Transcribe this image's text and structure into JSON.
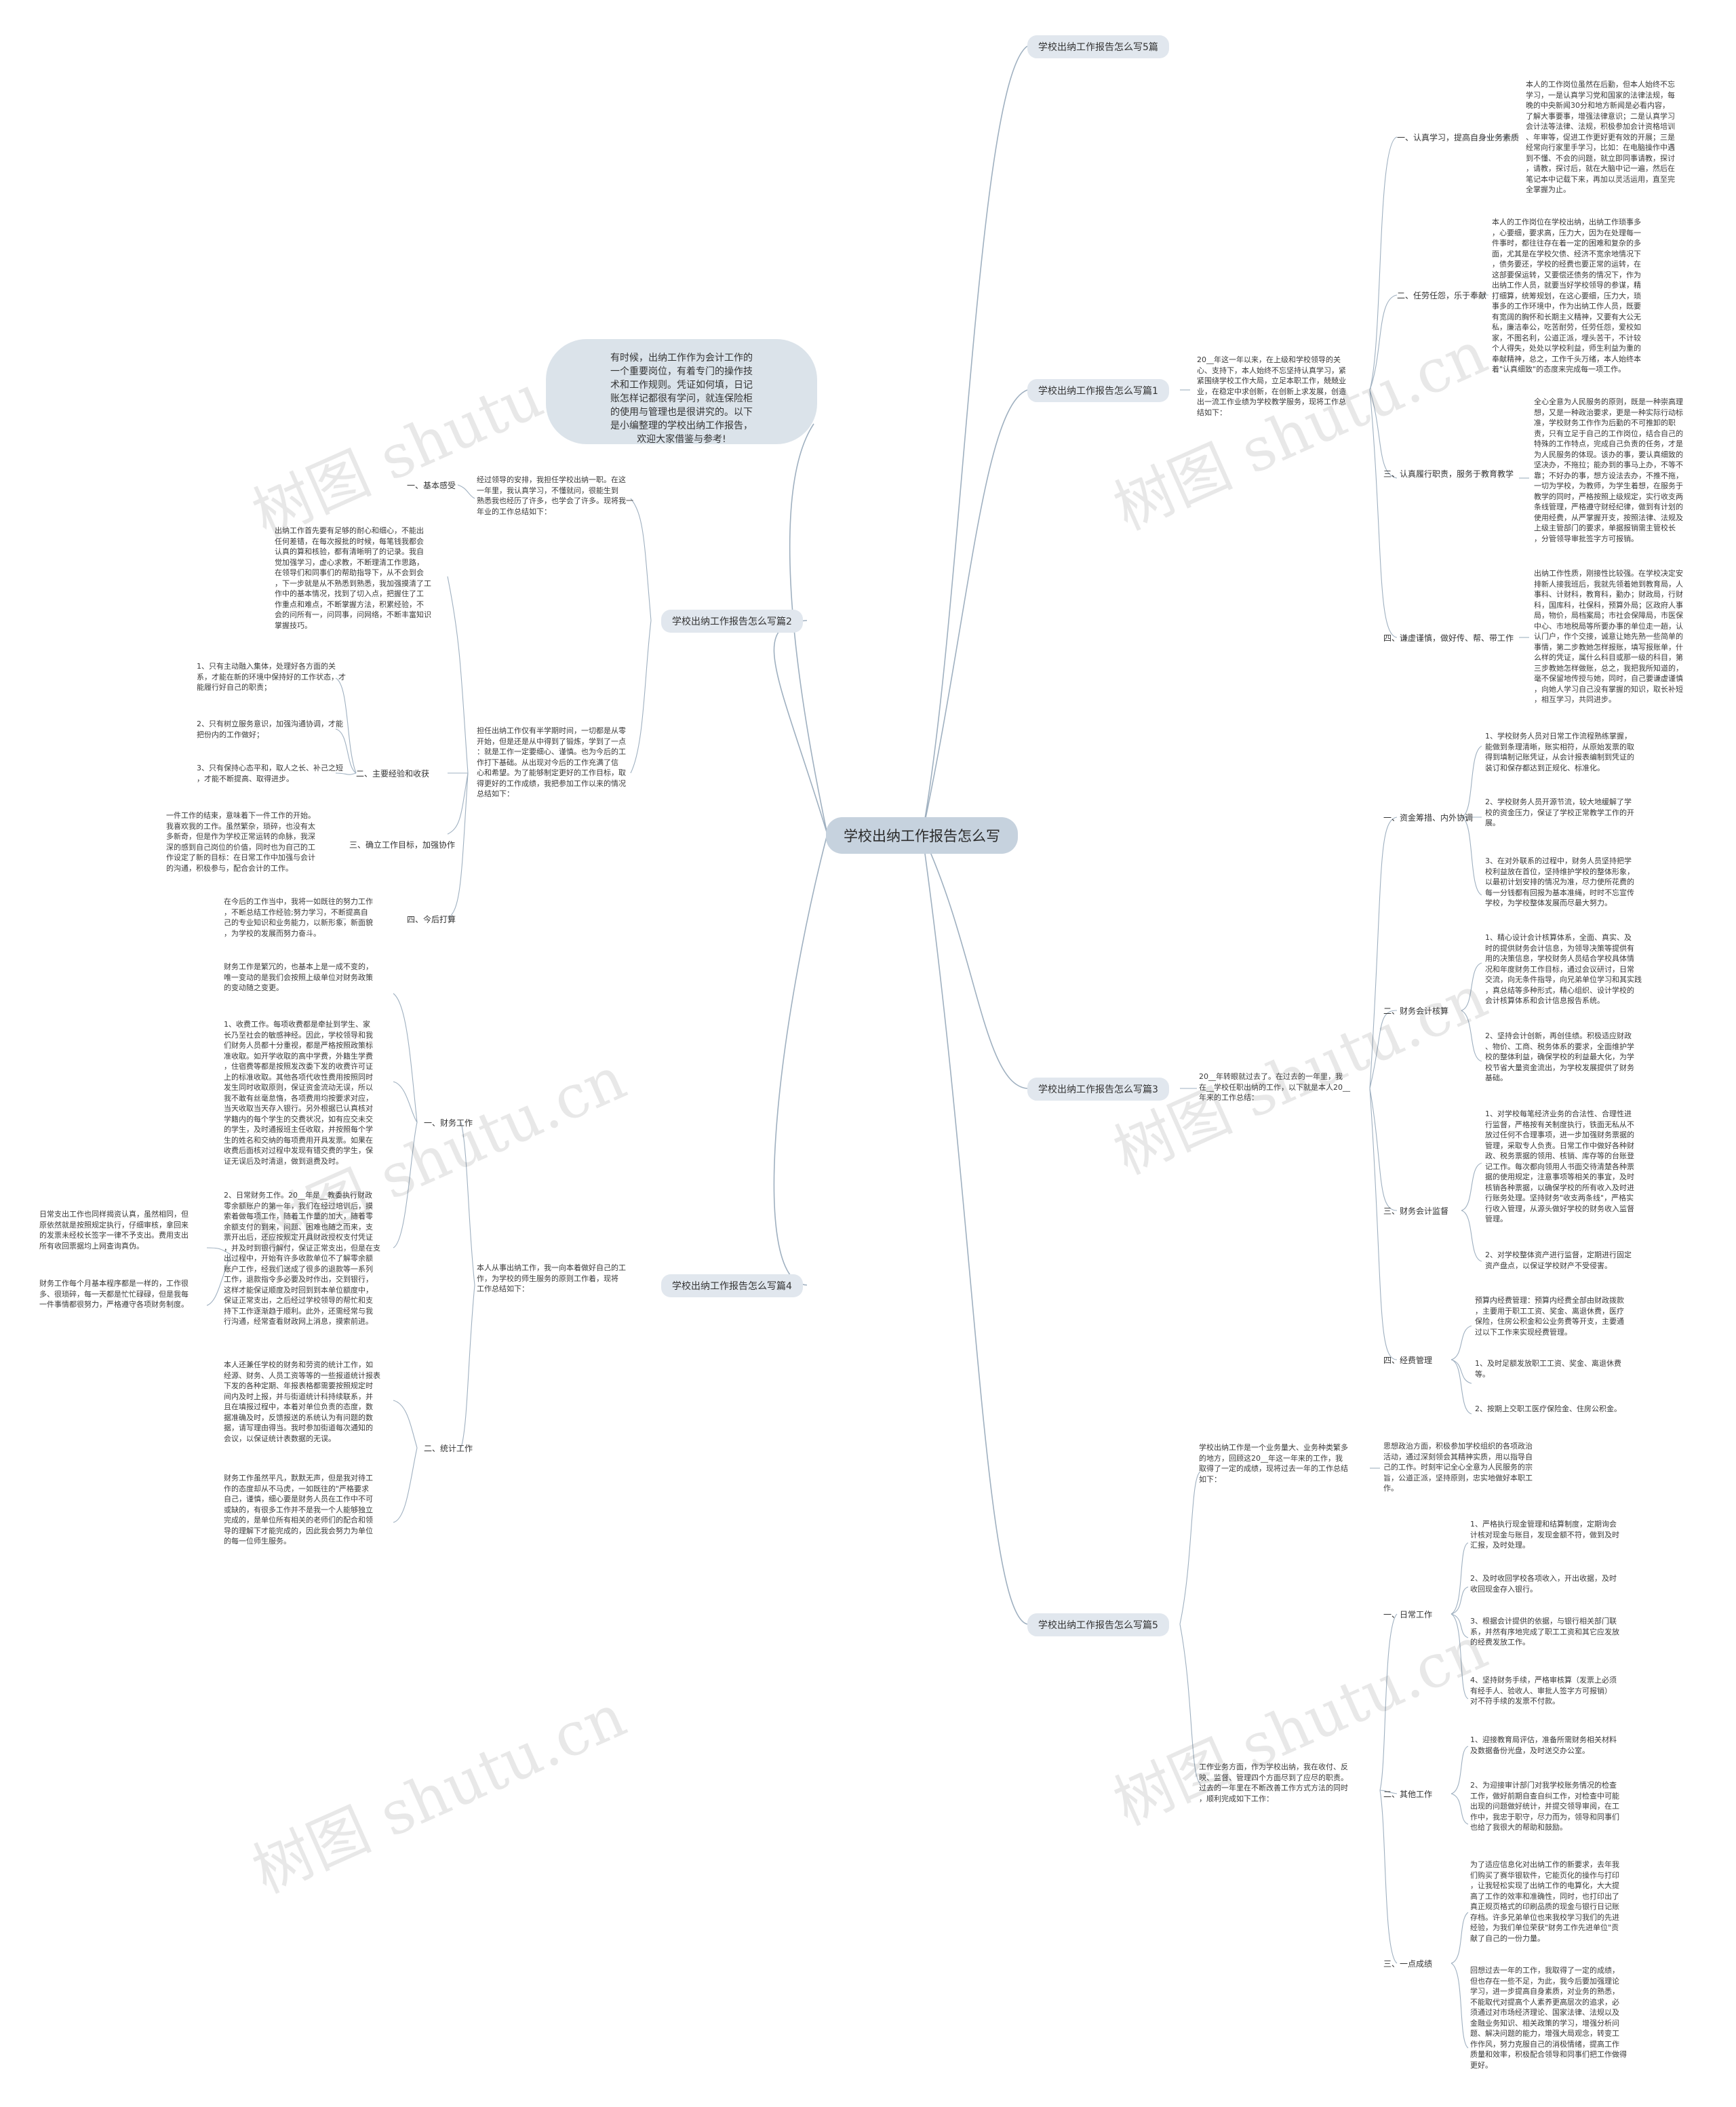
{
  "root": "学校出纳工作报告怎么写",
  "watermark": "树图 shutu.cn",
  "intro_note": "有时候，出纳工作作为会计工作的\n一个重要岗位，有着专门的操作技\n术和工作规则。凭证如何填，日记\n账怎样记都很有学问，就连保险柜\n的使用与管理也是很讲究的。以下\n是小编整理的学校出纳工作报告，\n欢迎大家借鉴与参考!",
  "colors": {
    "line": "#9fb0c0",
    "root_bg": "#c6d2de",
    "branch_bg": "#e1e7ee"
  },
  "branches": {
    "b5_top": "学校出纳工作报告怎么写5篇",
    "b1": "学校出纳工作报告怎么写篇1",
    "b2": "学校出纳工作报告怎么写篇2",
    "b3": "学校出纳工作报告怎么写篇3",
    "b4": "学校出纳工作报告怎么写篇4",
    "b5": "学校出纳工作报告怎么写篇5"
  },
  "p1": {
    "intro": "20__年这一年以来，在上级和学校领导的关\n心、支持下，本人始终不忘坚持认真学习，紧\n紧围绕学校工作大局，立足本职工作，兢兢业\n业，在稳定中求创新，在创新上求发展，创造\n出一流工作业绩为学校教学服务，现将工作总\n结如下：",
    "s1": "一、认真学习，提高自身业务素质",
    "s1_text": "本人的工作岗位虽然在后勤，但本人始终不忘\n学习，一是认真学习党和国家的法律法规，每\n晚的中央新闻30分和地方新闻是必看内容，\n了解大事要事，增强法律意识；二是认真学习\n会计法等法律、法规，积极参加会计资格培训\n、年审等，促进工作更好更有效的开展；三是\n经常向行家里手学习，比如：在电脑操作中遇\n到不懂、不会的问题，就立即同事请教，探讨\n，请教，探讨后，就在大脑中记一遍，然后在\n笔记本中记载下来，再加以灵活运用，直至完\n全掌握为止。",
    "s2": "二、任劳任怨，乐于奉献",
    "s2_text": "本人的工作岗位在学校出纳，出纳工作琐事多\n，心要细，要求高，压力大，因为在处理每一\n件事时，都往往存在着一定的困难和复杂的多\n面，尤其是在学校欠债、经济不宽余地情况下\n，债务要还，学校的经费也要正常的运转，在\n这部要保运转，又要偿还债务的情况下，作为\n出纳工作人员，就要当好学校领导的参谋，精\n打细算，统筹规划，在这心要细，压力大，琐\n事多的工作环境中，作为出纳工作人员，既要\n有宽阔的胸怀和长期主义精神，又要有大公无\n私，廉洁奉公，吃苦耐劳，任劳任怨，爱校如\n家，不图名利，公道正派，埋头苦干，不计较\n个人得失，处处以学校利益，师生利益为重的\n奉献精神，总之，工作千头万绪，本人始终本\n着\"认真细致\"的态度来完成每一项工作。",
    "s3": "三、认真履行职责，服务于教育教学",
    "s3_text": "全心全意为人民服务的原则，既是一种崇高理\n想，又是一种政治要求，更是一种实际行动标\n准，学校财务工作作为后勤的不可推卸的职\n责，只有立足于自己的工作岗位，结合自己的\n特殊的工作特点，完成自己负责的任务，才是\n为人民服务的体现。该办的事，要认真细致的\n坚决办，不拖拉；能办到的事马上办，不等不\n靠；不好办的事，想方设法去办，不推不拖，\n一切为学校，为教师，为学生着想，在服务于\n教学的同时，严格按照上级规定，实行收支两\n条线管理，严格遵守财经纪律，做到有计划的\n使用经费，从严掌握开支，按照法律、法规及\n上级主管部门的要求，单据报销需主管校长\n，分管领导审批签字方可报销。",
    "s4": "四、谦虚谨慎，做好传、帮、带工作",
    "s4_text": "出纳工作性质，刚接性比较强。在学校决定安\n排新人接我班后，我就先领着她到教育局，人\n事科、计财科，教育科，勤办；财政局，行财\n科，国库科，社保科，预算外局；区政府人事\n局，物价，局档案局；市社会保障局，市医保\n中心、市地税局等所要办事的单位走一趟，认\n认门户，作个交接，诚意让她先熟一些简单的\n事情，第二步教她怎样报账，填写报账单，什\n么样的凭证，属什么科目或那一级的科目，第\n三步教她怎样做账，总之，我把我所知道的，\n毫不保留地传授与她，同时，自己要谦虚谨慎\n，向她人学习自己没有掌握的知识，取长补短\n，相互学习，共同进步。"
  },
  "p2": {
    "intro1": "经过领导的安排，我担任学校出纳一职。在这\n一年里，我认真学习，不懂就问，很能生到\n熟悉我也经历了许多，也学会了许多。现将我一\n年业的工作总结如下：",
    "s1": "一、基本感受",
    "s1_text": "出纳工作首先要有足够的耐心和细心，不能出\n任何差错，在每次报批的时候，每笔钱我都会\n认真的算和核验，都有清晰明了的记录。我自\n觉加强学习，虚心求教，不断理清工作思路，\n在领导们和同事们的帮助指导下，从不会到会\n，下一步就是从不熟悉到熟悉，我加强摸清了工\n作中的基本情况，找到了切入点，把握住了工\n作重点和难点，不断掌握方法，积累经验，不\n会的问所有一，问同事，问网络，不断丰富知识\n掌握技巧。",
    "intro2": "担任出纳工作仅有半学期时间，一切都是从零\n开始，但是还是从中得到了锻炼，学到了一点\n：就是工作一定要细心、谨慎。也为今后的工\n作打下基础。从出现对今后的工作充满了信\n心和希望。为了能够制定更好的工作目标，取\n得更好的工作成绩，我把参加工作以来的情况\n总结如下：",
    "s2": "二、主要经验和收获",
    "s2_i1": "1、只有主动融入集体，处理好各方面的关\n系，才能在新的环境中保持好的工作状态，才\n能履行好自己的职责；",
    "s2_i2": "2、只有树立服务意识，加强沟通协调，才能\n把份内的工作做好；",
    "s2_i3": "3、只有保持心态平和，取人之长、补己之短\n，才能不断提高、取得进步。",
    "s3": "三、确立工作目标，加强协作",
    "s3_text": "一件工作的结束，意味着下一件工作的开始。\n我喜欢我的工作。虽然繁杂，琐碎，也没有太\n多新奇，但是作为学校正常运转的命脉，我深\n深的感到自己岗位的价值，同时也为自己的工\n作设定了新的目标：在日常工作中加强与会计\n的沟通，积极参与，配合会计的工作。",
    "s4": "四、今后打算",
    "s4_text": "在今后的工作当中，我将一如既往的努力工作\n，不断总结工作经验;努力学习，不断提高自\n己的专业知识和业务能力，以新形象，新面貌\n，为学校的发展而努力奋斗。"
  },
  "p3": {
    "intro": "20__年转眼就过去了。在过去的一年里，我\n在__学校任职出纳的工作，以下就是本人20__\n年来的工作总结：",
    "s1": "一、资金筹措、内外协调",
    "s1_i1": "1、学校财务人员对日常工作流程熟练掌握，\n能做到条理清晰，账实相符，从原始发票的取\n得到填制记账凭证，从会计报表编制到凭证的\n装订和保存都达到正规化、标准化。",
    "s1_i2": "2、学校财务人员开源节流，较大地缓解了学\n校的资金压力，保证了学校正常教学工作的开\n展。",
    "s1_i3": "3、在对外联系的过程中，财务人员坚持把学\n校利益放在首位，坚持维护学校的整体形象，\n以最初计划安排的情况为准，尽力使所花费的\n每一分钱都有回报为基本准绳，时时不忘宣传\n学校，为学校整体发展而尽最大努力。",
    "s2": "二、财务会计核算",
    "s2_i1": "1、精心设计会计核算体系，全面、真实、及\n时的提供财务会计信息，为领导决策等提供有\n用的决策信息，学校财务人员结合学校具体情\n况和年度财务工作目标，通过会议研讨，日常\n交流，向无条件指导，向兄弟单位学习和其实践\n，真总结等多种形式，精心组织、设计学校的\n会计核算体系和会计信息报告系统。",
    "s2_i2": "2、坚持会计创新，再创佳绩。积极适应财政\n、物价、工商、税务体系的要求，全面维护学\n校的整体利益，确保学校的利益最大化，为学\n校节省大量资金流出，为学校发展提供了财务\n基础。",
    "s3": "三、财务会计监督",
    "s3_i1": "1、对学校每笔经济业务的合法性、合理性进\n行监督，严格按有关制度执行，铁面无私从不\n放过任何不合理事项，进一步加强财务票据的\n管理，采取专人负责。日常工作中做好各种财\n政、税务票据的领用、核销、库存等的台账登\n记工作。每次都向领用人书面交待清楚各种票\n据的使用规定，注意事项等相关的事宜，及时\n核销各种票据，以确保学校的所有收入及时进\n行账务处理。坚持财务\"收支两条线\"，严格实\n行收入管理，从源头做好学校的财务收入监督\n管理。",
    "s3_i2": "2、对学校整体资产进行监督，定期进行固定\n资产盘点，以保证学校财产不受侵害。",
    "s4": "四、经费管理",
    "s4_text": "预算内经费管理：预算内经费全部由财政拨款\n，主要用于职工工资、奖金、离退休费，医疗\n保险，住房公积金和公业务费等开支，主要通\n过以下工作来实现经费管理。",
    "s4_i1": "1、及时足额发放职工工资、奖金、离退休费\n等。",
    "s4_i2": "2、按期上交职工医疗保险金、住房公积金。"
  },
  "p4": {
    "intro": "本人从事出纳工作，我一向本着做好自己的工\n作，为学校的师生服务的原则工作着，现将\n工作总结如下：",
    "s1": "一、财务工作",
    "s1_t1": "财务工作是繁冗的，也基本上是一成不变的，\n唯一变动的是我们会按照上级单位对财务政策\n的变动随之变更。",
    "s1_t2": "1、收费工作。每项收费都是牵扯到学生、家\n长乃至社会的敏感神经。因此，学校领导和我\n们财务人员都十分重视，都是严格按照政策标\n准收取。如开学收取的高中学费，外籍生学费\n，住宿费等都是按照发改委下发的收费许可证\n上的标准收取。其他各项代收性费用按照同时\n发生同时收取原则，保证资金流动无误，所以\n我不敢有丝毫怠惰，各项费用均按要求对应，\n当天收取当天存入银行。另外根据已认真核对\n学籍内的每个学生的交费状况，如有应交未交\n的学生，及时通报班主任收取，并按照每个学\n生的姓名和交纳的每项费用开具发票。如果在\n收费后面核对过程中发现有错交费的学生，保\n证无误后及时清退，做到退费及时。",
    "s1_t3": "2、日常财务工作。20__年是__教委执行财政\n零余额账户的第一年，我们在经过培训后，摸\n索着做每项工作，随着工作量的加大，随着零\n余额支付的到来，问题、困难也随之而来，支\n票开出后，还应按规定开具财政授权支付凭证\n，并及时到银行解付，保证正常支出，但是在支\n出过程中，开始有许多收款单位不了解零余额\n账户工作，经我们送成了很多的退款等一系列\n工作，退款指令多必要及时作出，交到银行，\n这样才能保证顺度及时回到到本单位额度中，\n保证正常支出，之后经过学校领导的帮忙和支\n持下工作逐渐趋于顺利。此外，还需经常与我\n行沟通，经常查看财政网上消息，摸索前进。",
    "s1_left1": "日常支出工作也同样揭资认真，虽然相同，但\n原依然就是按照规定执行，仔细审核，拿回来\n的发票未经校长签字一律不予支出。费用支出\n所有收回票据均上网查询真伪。",
    "s1_left2": "财务工作每个月基本程序都是一样的，工作很\n多、很琐碎，每一天都是忙忙碌碌，但是我每\n一件事情都很努力，严格遵守各项财务制度。",
    "s2": "二、统计工作",
    "s2_t1": "本人还兼任学校的财务和劳资的统计工作，如\n经源、财务、人员工资等等的一些报道统计报表\n下发的各种定期、年报表格都需要按照规定时\n间内及时上报，并与街道统计科持续联系，并\n且在填报过程中，本着对单位负责的态度，数\n据准确及时，反馈报送的系统认为有问题的数\n据，请写理由得当。我时参加街道每次通知的\n会议，以保证统计表数据的无误。",
    "s2_t2": "财务工作虽然平凡，默默无声，但是我对待工\n作的态度却从不马虎，一如既往的\"严格要求\n自己，谨慎，细心要是财务人员在工作中不可\n或缺的，有很多工作并不是我一个人能够独立\n完成的，是单位所有相关的老师们的配合和领\n导的理解下才能完成的，因此我会努力为单位\n的每一位师生服务。"
  },
  "p5": {
    "intro": "学校出纳工作是一个业务量大、业务种类繁多\n的地方，回顾这20__年这一年来的工作，我\n取得了一定的成绩，现将过去一年的工作总结\n如下：",
    "intro_right": "思想政治方面，积极参加学校组织的各项政治\n活动，通过深刻领会其精神实质，用以指导自\n己的工作。时刻牢记全心全意为人民服务的宗\n旨，公道正派，坚持原则，忠实地做好本职工\n作。",
    "intro2": "工作业务方面，作为学校出纳，我在收付、反\n映、监督、管理四个方面尽到了应尽的职责。\n过去的一年里在不断改善工作方式方法的同时\n，顺利完成如下工作：",
    "s1": "一、日常工作",
    "s1_i1": "1、严格执行现金管理和结算制度，定期询会\n计核对现金与账目，发现金额不符，做到及时\n汇报，及时处理。",
    "s1_i2": "2、及时收回学校各项收入，开出收据，及时\n收回现金存入银行。",
    "s1_i3": "3、根据会计提供的依据，与银行相关部门联\n系，并然有序地完成了职工工资和其它应发放\n的经费发放工作。",
    "s1_i4": "4、坚持财务手续，严格审核算（发票上必须\n有经手人、验收人、审批人签字方可报销）\n对不符手续的发票不付款。",
    "s2": "二、其他工作",
    "s2_i1": "1、迎接教育局评估，准备所需财务相关材料\n及数据备份光盘，及时送交办公室。",
    "s2_i2": "2、为迎接审计部门对我学校账务情况的检查\n工作，做好前期自查自纠工作，对检查中可能\n出现的问题做好统计，并提交领导审阅，在工\n作中，我忠于职守，尽力而为，领导和同事们\n也给了我很大的帮助和鼓励。",
    "s3": "三、一点成绩",
    "s3_t1": "为了适应信息化对出纳工作的新要求，去年我\n们购买了赛华银软件，它能页化的操作与打印\n，让我轻松实现了出纳工作的电算化，大大提\n高了工作的效率和准确性，同时，也打印出了\n真正规页格式的印刷品质的现金与银行日记账\n存档。许多兄弟单位也来我校学习我们的先进\n经验，为我们单位荣获\"财务工作先进单位\"贡\n献了自己的一份力量。",
    "s3_t2": "回想过去一年的工作，我取得了一定的成绩，\n但也存在一些不足，为此，我今后要加强理论\n学习，进一步提高自身素质，对业务的熟悉，\n不能取代对提高个人素养更高层次的追求，必\n须通过对市场经济理论、国家法律、法规以及\n金融业务知识、相关政策的学习，增强分析问\n题、解决问题的能力，增强大局观念，转变工\n作作风，努力克服自己的消极情绪，提高工作\n质量和效率，积极配合领导和同事们把工作做得\n更好。"
  }
}
